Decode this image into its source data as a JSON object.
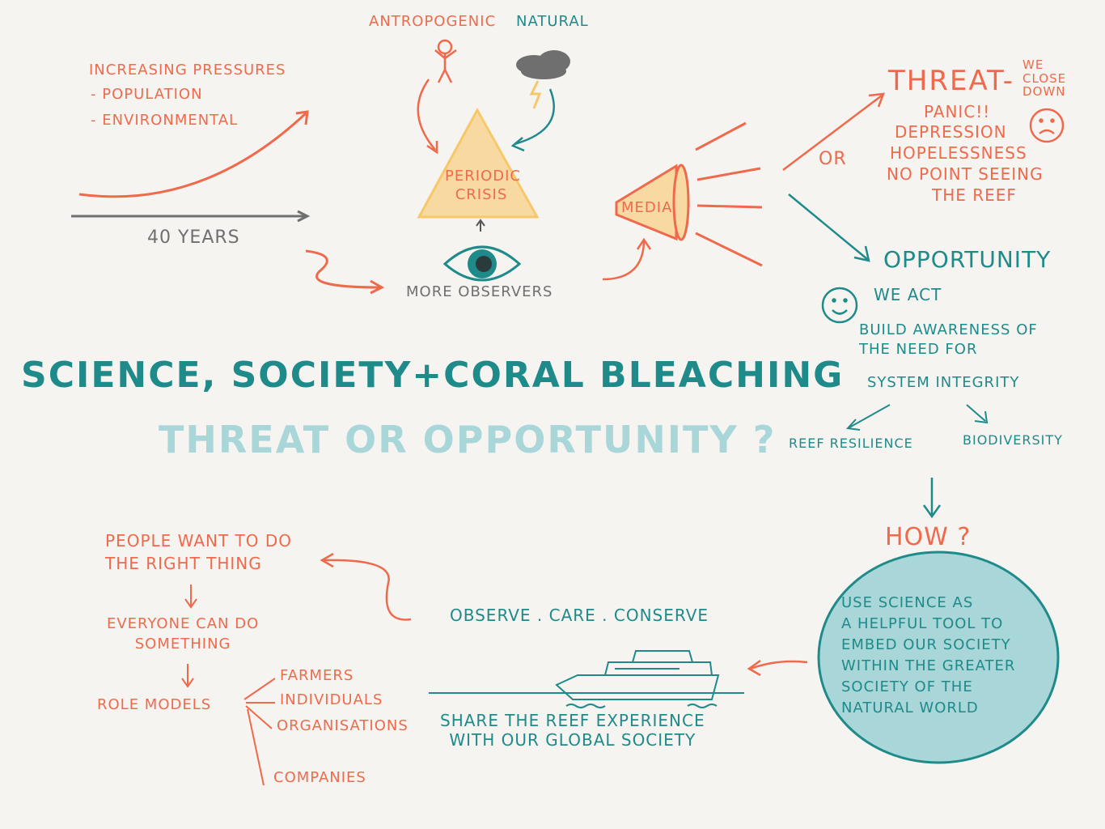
{
  "title": "SCIENCE, SOCIETY+CORAL BLEACHING",
  "subtitle": "THREAT OR OPPORTUNITY ?",
  "pressures": {
    "heading": "INCREASING PRESSURES",
    "items": [
      "- POPULATION",
      "- ENVIRONMENTAL"
    ],
    "axis_label": "40 YEARS"
  },
  "crisis": {
    "anthropogenic": "ANTROPOGENIC",
    "natural": "NATURAL",
    "triangle_label": "PERIODIC CRISIS",
    "observers": "MORE OBSERVERS"
  },
  "media": {
    "label": "MEDIA",
    "or": "OR"
  },
  "threat": {
    "heading": "THREAT-",
    "note": "WE CLOSE DOWN",
    "lines": [
      "PANIC!!",
      "DEPRESSION",
      "HOPELESSNESS",
      "NO POINT SEEING",
      "THE REEF"
    ]
  },
  "opportunity": {
    "heading": "OPPORTUNITY",
    "we_act": "WE ACT",
    "build": "BUILD AWARENESS OF\nTHE NEED FOR",
    "system": "SYSTEM INTEGRITY",
    "resilience": "REEF RESILIENCE",
    "biodiversity": "BIODIVERSITY",
    "how": "HOW ?",
    "circle_text": "USE SCIENCE AS\nA HELPFUL TOOL TO\nEMBED OUR SOCIETY\nWITHIN THE GREATER\nSOCIETY OF THE\nNATURAL WORLD"
  },
  "boat": {
    "motto": "OBSERVE . CARE . CONSERVE",
    "share": "SHARE THE REEF EXPERIENCE\nWITH OUR GLOBAL SOCIETY"
  },
  "people": {
    "right_thing": "PEOPLE WANT TO DO\nTHE RIGHT THING",
    "everyone": "EVERYONE CAN DO\nSOMETHING",
    "role_models": "ROLE MODELS",
    "models": [
      "FARMERS",
      "INDIVIDUALS",
      "ORGANISATIONS",
      "COMPANIES"
    ]
  },
  "colors": {
    "orange": "#ef6a4c",
    "teal": "#1e8a8a",
    "light_teal": "#a9d6d8",
    "gray": "#6f6f6f",
    "yellow": "#f6c86a"
  }
}
